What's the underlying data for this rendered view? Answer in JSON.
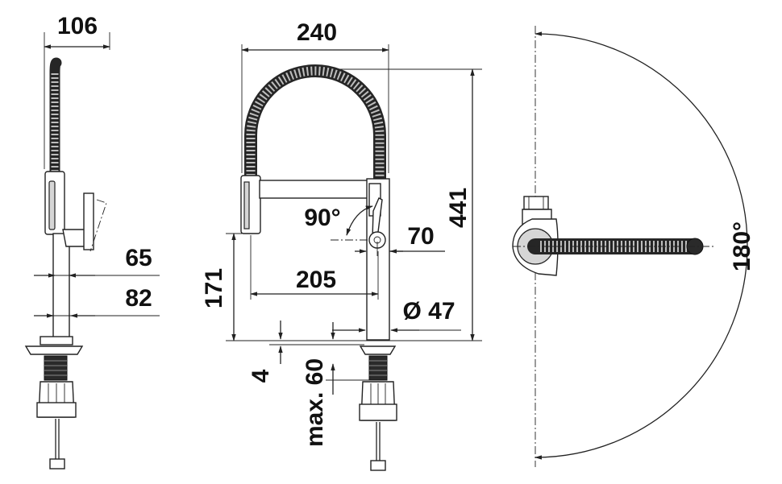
{
  "dimensions": {
    "side_width": "106",
    "side_offset_top": "65",
    "side_offset_bottom": "82",
    "front_width": "240",
    "front_height": "441",
    "lever_angle": "90°",
    "spray_offset": "70",
    "spout_reach": "205",
    "body_height": "171",
    "base_diameter": "Ø 47",
    "deck_thickness": "4",
    "max_deck": "max. 60",
    "swivel_angle": "180°"
  },
  "colors": {
    "line": "#222222",
    "hose": "#262626",
    "fill_gray": "#d6d6d6"
  }
}
